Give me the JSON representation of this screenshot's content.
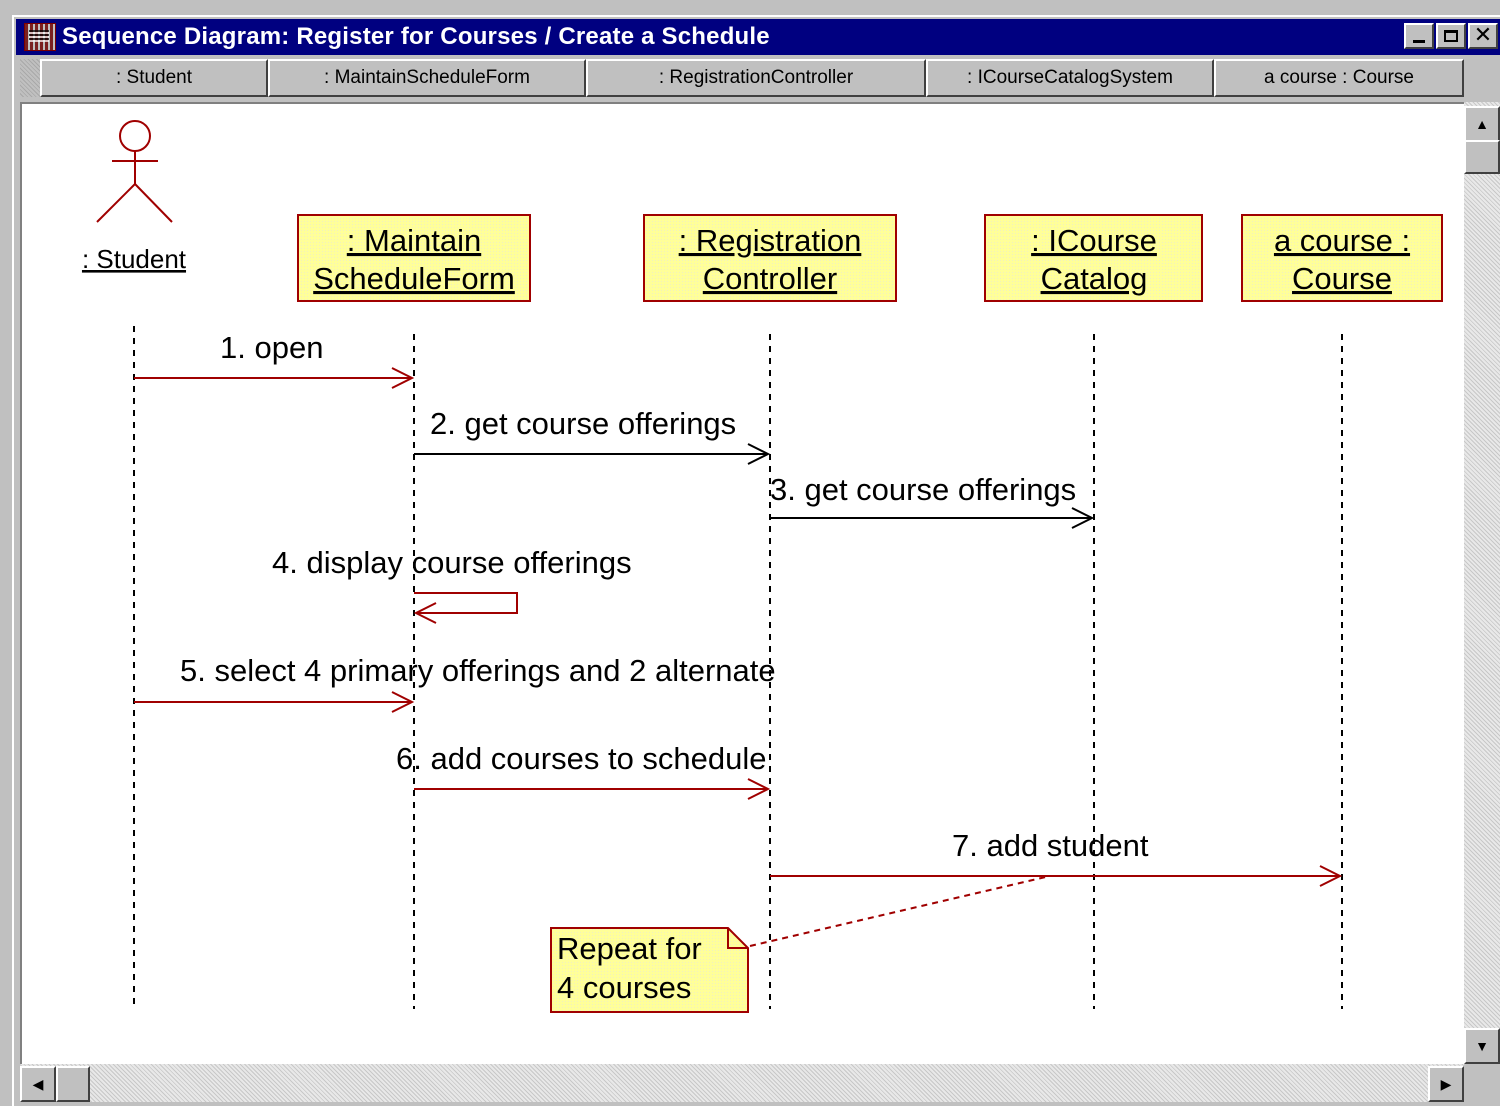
{
  "window": {
    "title": "Sequence Diagram: Register for Courses / Create a Schedule",
    "minimize": "",
    "maximize": "",
    "close": "✕"
  },
  "column_headers": [
    ": Student",
    ": MaintainScheduleForm",
    ": RegistrationController",
    ": ICourseCatalogSystem",
    "a course : Course"
  ],
  "actor": {
    "label": ": Student"
  },
  "objects": [
    {
      "line1": ": Maintain",
      "line2": "ScheduleForm"
    },
    {
      "line1": ": Registration",
      "line2": "Controller"
    },
    {
      "line1": ": ICourse",
      "line2": "Catalog"
    },
    {
      "line1": "a course :",
      "line2": "Course"
    }
  ],
  "messages": [
    "1. open",
    "2. get course offerings",
    "3. get course offerings",
    "4. display course offerings",
    "5. select 4 primary offerings and 2 alternate",
    "6. add courses to schedule",
    "7. add student"
  ],
  "note": {
    "line1": "Repeat for",
    "line2": "4 courses"
  },
  "colors": {
    "message_red": "#a00000",
    "message_black": "#000000",
    "object_fill": "#ffff99",
    "object_border": "#a00000",
    "titlebar": "#000080"
  },
  "icons": {
    "app": "sequence-diagram-icon",
    "scroll_up": "▲",
    "scroll_down": "▼",
    "scroll_left": "◀",
    "scroll_right": "▶"
  }
}
